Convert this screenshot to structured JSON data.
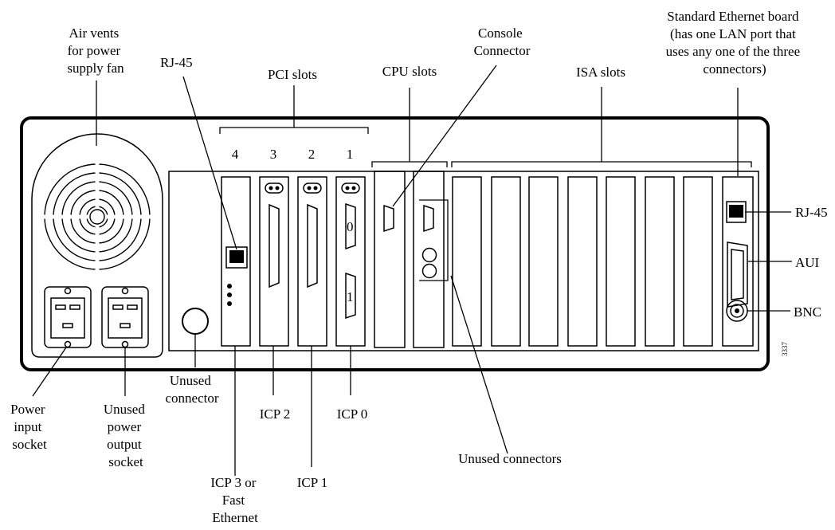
{
  "labels": {
    "air_vents": [
      "Air vents",
      "for power",
      "supply fan"
    ],
    "rj45_left": "RJ-45",
    "pci_slots": "PCI slots",
    "cpu_slots": "CPU slots",
    "console": [
      "Console",
      "Connector"
    ],
    "isa_slots": "ISA slots",
    "std_ethernet": [
      "Standard Ethernet board",
      "(has one LAN port that",
      "uses any one of the three",
      "connectors)"
    ],
    "rj45_right": "RJ-45",
    "aui": "AUI",
    "bnc": "BNC",
    "power_input": [
      "Power",
      "input",
      "socket"
    ],
    "unused_power": [
      "Unused",
      "power",
      "output",
      "socket"
    ],
    "unused_connector": [
      "Unused",
      "connector"
    ],
    "icp2": "ICP 2",
    "icp0": "ICP 0",
    "icp1": "ICP 1",
    "icp3": [
      "ICP 3 or",
      "Fast",
      "Ethernet"
    ],
    "unused_connectors": "Unused connectors",
    "figure_number": "3337"
  },
  "slot_numbers": [
    "4",
    "3",
    "2",
    "1"
  ],
  "port_numbers": {
    "zero": "0",
    "one": "1"
  },
  "colors": {
    "ink": "#000000",
    "background": "#ffffff"
  }
}
